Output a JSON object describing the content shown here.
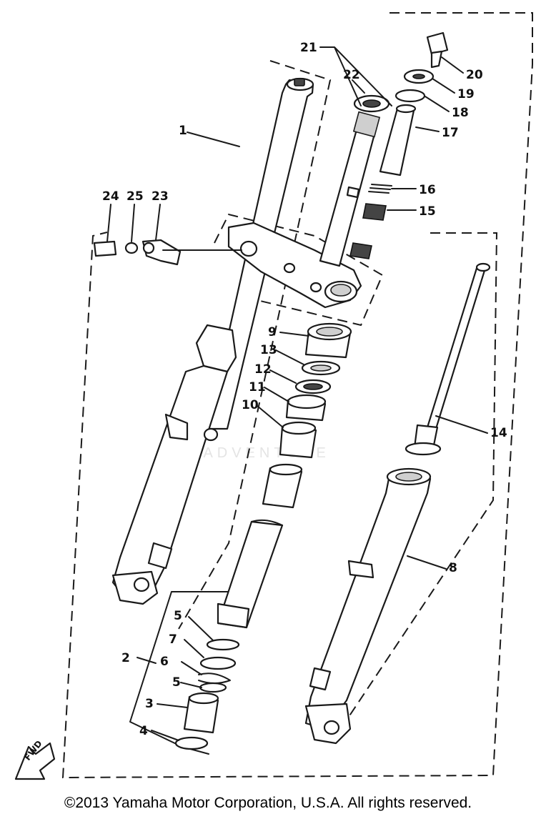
{
  "labels": {
    "p1": "1",
    "p2": "2",
    "p3": "3",
    "p4": "4",
    "p5a": "5",
    "p5b": "5",
    "p6": "6",
    "p7": "7",
    "p8": "8",
    "p9": "9",
    "p10": "10",
    "p11": "11",
    "p12": "12",
    "p13": "13",
    "p14": "14",
    "p15": "15",
    "p16": "16",
    "p17": "17",
    "p18": "18",
    "p19": "19",
    "p20": "20",
    "p21": "21",
    "p22": "22",
    "p23": "23",
    "p24": "24",
    "p25": "25"
  },
  "watermark": "LEADVENTURE",
  "fwd_label": "FWD",
  "copyright": "©2013 Yamaha Motor Corporation, U.S.A. All rights reserved."
}
